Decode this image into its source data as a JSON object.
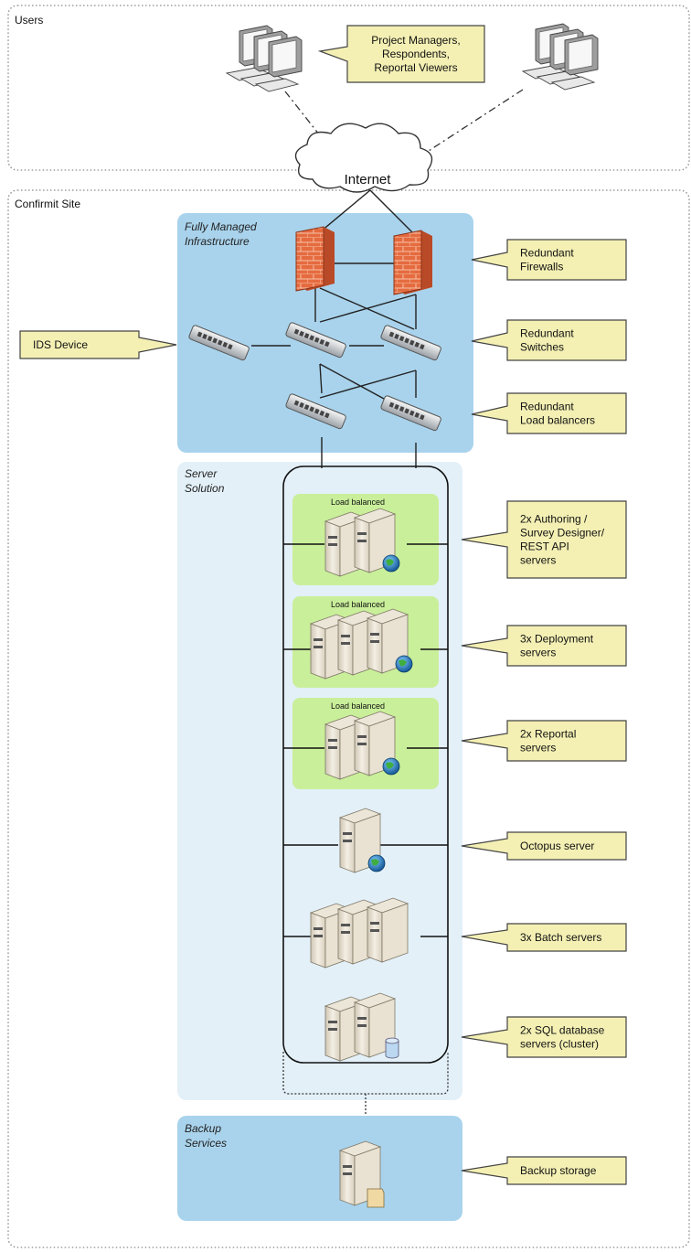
{
  "zones": {
    "users": "Users",
    "site": "Confirmit Site",
    "internet": "Internet"
  },
  "groups": {
    "infra_line1": "Fully Managed",
    "infra_line2": "Infrastructure",
    "server_line1": "Server",
    "server_line2": "Solution",
    "backup_line1": "Backup",
    "backup_line2": "Services"
  },
  "cluster_label": "Load balanced",
  "callouts": {
    "users": [
      "Project Managers,",
      "Respondents,",
      "Reportal Viewers"
    ],
    "ids": [
      "IDS Device"
    ],
    "firewalls": [
      "Redundant",
      "Firewalls"
    ],
    "switches": [
      "Redundant",
      "Switches"
    ],
    "load_balancers": [
      "Redundant",
      "Load balancers"
    ],
    "authoring": [
      "2x Authoring /",
      "Survey Designer/",
      "REST API",
      "servers"
    ],
    "deployment": [
      "3x Deployment",
      "servers"
    ],
    "reportal": [
      "2x Reportal",
      "servers"
    ],
    "octopus": [
      "Octopus server"
    ],
    "batch": [
      "3x Batch servers"
    ],
    "sql": [
      "2x SQL database",
      "servers (cluster)"
    ],
    "backup": [
      "Backup storage"
    ]
  },
  "colors": {
    "infra_fill": "#a9d3ec",
    "server_fill": "#e3f0f8",
    "cluster_fill": "#c9ef9a",
    "callout_fill": "#f4f0b4",
    "firewall": "#e0603a"
  }
}
